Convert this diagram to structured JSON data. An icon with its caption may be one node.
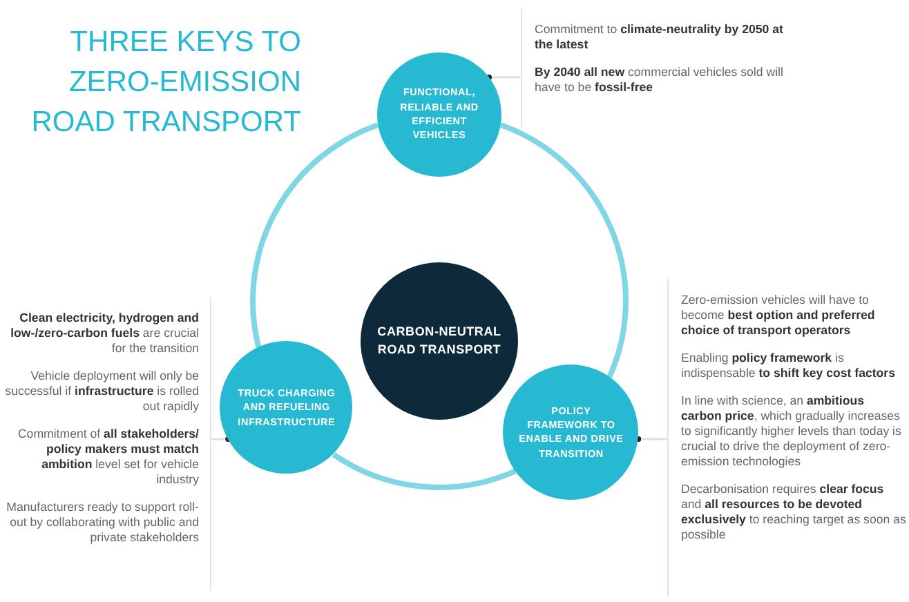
{
  "diagram": {
    "title": "THREE KEYS TO ZERO-EMISSION ROAD TRANSPORT",
    "nodes": [
      {
        "text": [
          "FUNCTIONAL, RELIABLE AND EFFICIENT VEHICLES"
        ]
      },
      {
        "text": [
          "CARBON-NEUTRAL ROAD TRANSPORT"
        ]
      },
      {
        "text": [
          "TRUCK CHARGING AND REFUELING INFRASTRUCTURE"
        ]
      },
      {
        "text": [
          "POLICY FRAMEWORK TO ENABLE AND DRIVE TRANSITION"
        ]
      },
      {
        "text": [
          "Commitment to **climate-neutrality by 2050 at the latest**",
          "**By 2040 all new** commercial vehicles sold will have to be **fossil-free**"
        ]
      },
      {
        "text": [
          "**Clean electricity, hydrogen and low-/zero-carbon fuels** are crucial for the transition",
          "Vehicle deployment will only be successful if **infrastructure** is rolled out rapidly",
          "Commitment of **all stakeholders/ policy makers must match ambition** level set for vehicle industry",
          "Manufacturers ready to support roll-out by collaborating with public and private stakeholders"
        ]
      },
      {
        "text": [
          "Zero-emission vehicles will have to become **best option and preferred choice of transport operators**",
          "Enabling **policy framework** is indispensable **to shift key cost factors**",
          "In line with science, an **ambitious carbon price**, which gradually increases to significantly higher levels than today is crucial to drive the deployment of zero-emission technologies",
          "Decarbonisation requires **clear focus** and **all resources to be devoted exclusively** to reaching target as soon as possible"
        ]
      }
    ],
    "edges": [
      {
        "from": 0,
        "to": 2,
        "arrow": "none",
        "style": "thick",
        "color": "#7fd6e4"
      },
      {
        "from": 0,
        "to": 3,
        "arrow": "none",
        "style": "thick",
        "color": "#7fd6e4"
      },
      {
        "from": 2,
        "to": 3,
        "arrow": "none",
        "style": "thick",
        "color": "#7fd6e4"
      },
      {
        "from": 0,
        "to": 4,
        "arrow": "other",
        "color": "#dedede"
      },
      {
        "from": 2,
        "to": 5,
        "arrow": "other",
        "color": "#dedede"
      },
      {
        "from": 3,
        "to": 6,
        "arrow": "other",
        "color": "#dedede"
      }
    ]
  }
}
